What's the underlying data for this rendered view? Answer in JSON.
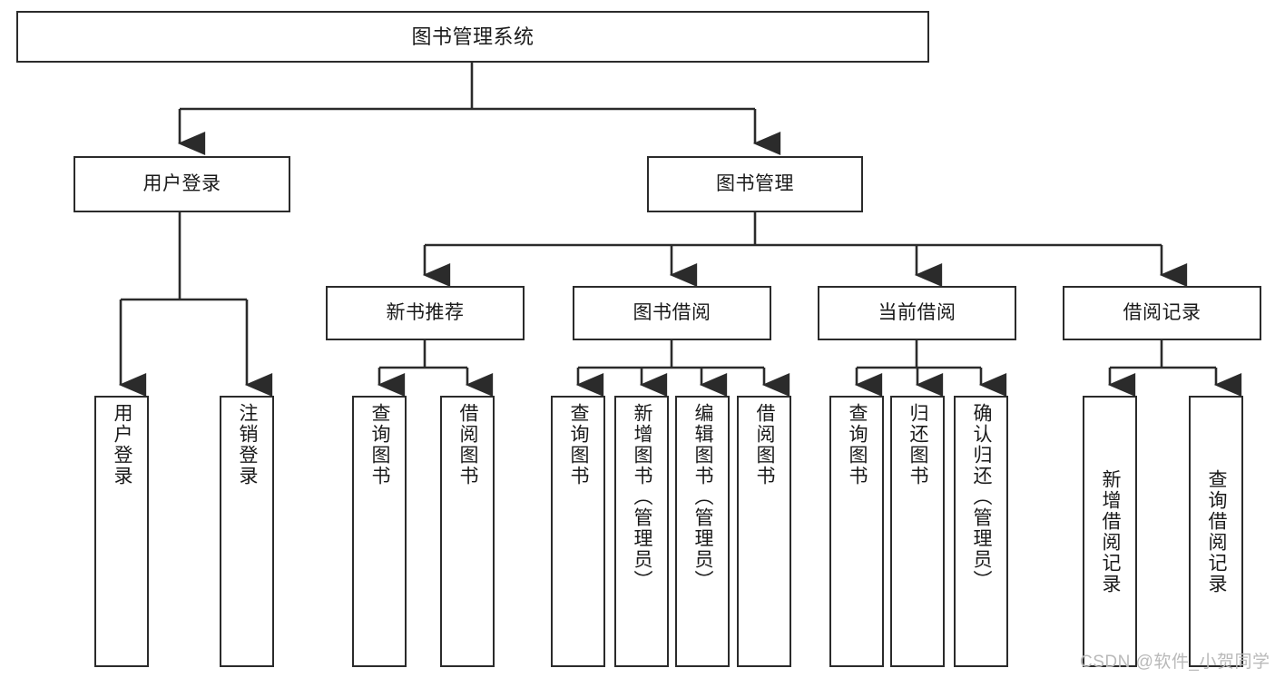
{
  "diagram": {
    "type": "tree",
    "title": "图书管理系统",
    "colors": {
      "border": "#2b2b2b",
      "background": "#ffffff",
      "text": "#1a1a1a",
      "connector": "#2b2b2b",
      "watermark": "#b9b9b9"
    },
    "nodes": {
      "root": {
        "label": "图书管理系统"
      },
      "level2": [
        {
          "label": "用户登录"
        },
        {
          "label": "图书管理"
        }
      ],
      "level3": [
        {
          "label": "新书推荐"
        },
        {
          "label": "图书借阅"
        },
        {
          "label": "当前借阅"
        },
        {
          "label": "借阅记录"
        }
      ],
      "leaves_user_login": [
        {
          "label": "用户登录"
        },
        {
          "label": "注销登录"
        }
      ],
      "leaves_new_book": [
        {
          "label": "查询图书"
        },
        {
          "label": "借阅图书"
        }
      ],
      "leaves_borrow": [
        {
          "label": "查询图书"
        },
        {
          "label": "新增图书（管理员）"
        },
        {
          "label": "编辑图书（管理员）"
        },
        {
          "label": "借阅图书"
        }
      ],
      "leaves_current": [
        {
          "label": "查询图书"
        },
        {
          "label": "归还图书"
        },
        {
          "label": "确认归还（管理员）"
        }
      ],
      "leaves_records": [
        {
          "label": "新增借阅记录"
        },
        {
          "label": "查询借阅记录"
        }
      ]
    }
  },
  "watermark": {
    "text": "CSDN @软件_小贺同学"
  }
}
